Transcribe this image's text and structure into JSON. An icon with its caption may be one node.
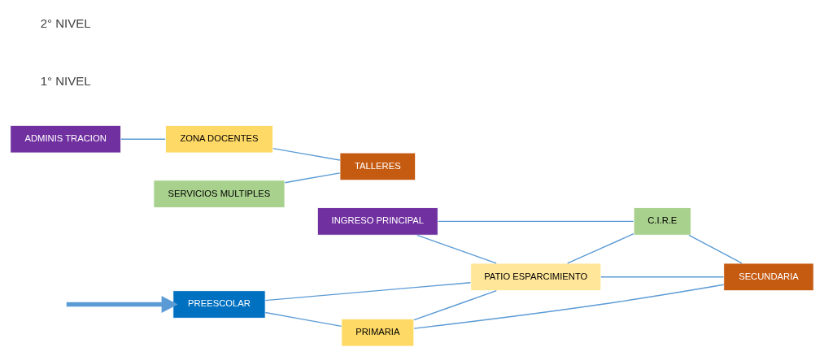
{
  "diagram": {
    "nodes": [
      {
        "text": [
          "PREESCOLAR"
        ]
      },
      {
        "text": [
          "PRIMARIA"
        ]
      },
      {
        "text": [
          "INGRESO PRINCIPAL"
        ]
      },
      {
        "text": [
          "PATIO ESPARCIMIENTO"
        ]
      },
      {
        "text": [
          "C.I.R.E"
        ]
      },
      {
        "text": [
          "SECUNDARIA"
        ]
      },
      {
        "text": [
          "ADMINIS TRACION"
        ]
      },
      {
        "text": [
          "ZONA DOCENTES"
        ]
      },
      {
        "text": [
          "TALLERES"
        ]
      },
      {
        "text": [
          "SERVICIOS MULTIPLES"
        ]
      }
    ],
    "edges": [
      {
        "from": null,
        "to": 0,
        "arrow": "to",
        "style": "thick"
      },
      {
        "from": 0,
        "to": 1,
        "arrow": "none"
      },
      {
        "from": 0,
        "to": 3,
        "arrow": "none"
      },
      {
        "from": 2,
        "to": 3,
        "arrow": "none"
      },
      {
        "from": 2,
        "to": 4,
        "arrow": "none"
      },
      {
        "from": 1,
        "to": 3,
        "arrow": "none"
      },
      {
        "from": 1,
        "to": 5,
        "arrow": "none"
      },
      {
        "from": 3,
        "to": 4,
        "arrow": "none"
      },
      {
        "from": 3,
        "to": 5,
        "arrow": "none"
      },
      {
        "from": 4,
        "to": 5,
        "arrow": "none"
      },
      {
        "from": 6,
        "to": 7,
        "arrow": "none"
      },
      {
        "from": 7,
        "to": 8,
        "arrow": "none"
      },
      {
        "from": 9,
        "to": 8,
        "arrow": "none"
      }
    ],
    "labels": [
      "1° NIVEL",
      "2° NIVEL"
    ]
  }
}
